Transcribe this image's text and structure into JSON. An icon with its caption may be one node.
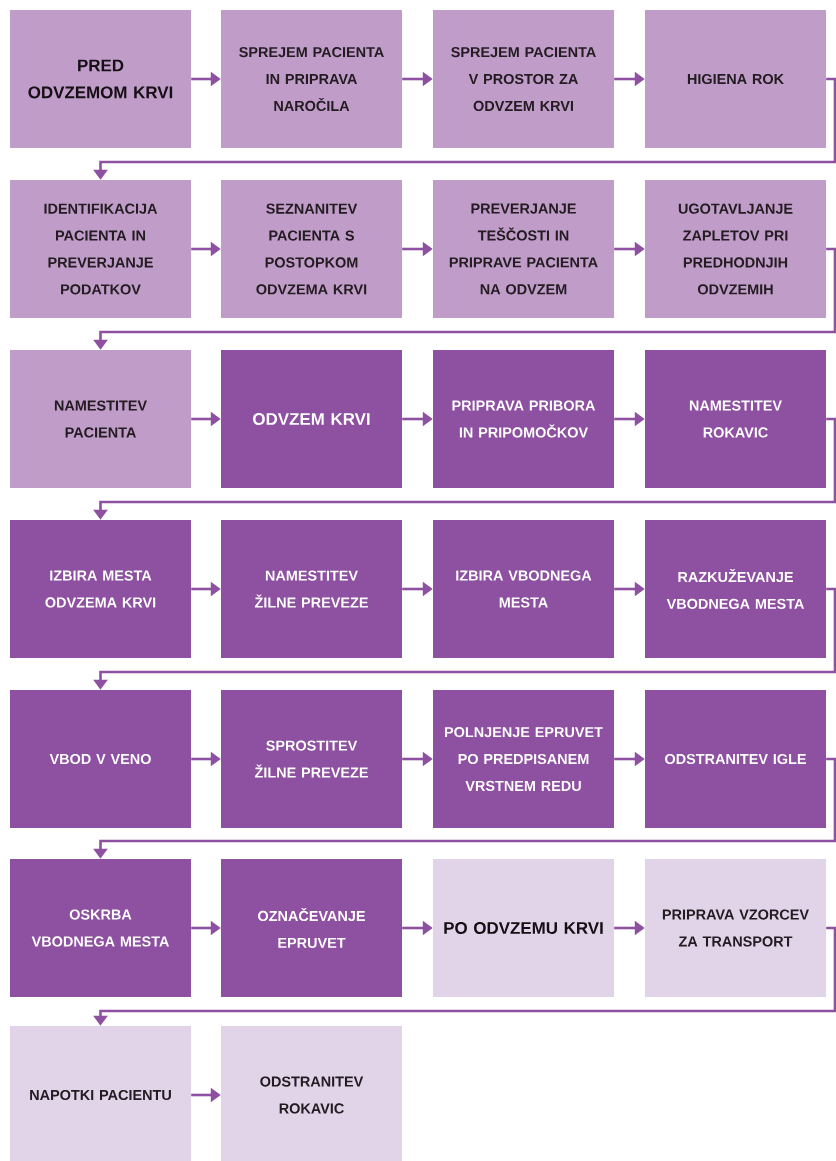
{
  "diagram": {
    "nodes": [
      {
        "text": [
          "PRED ODVZEMOM KRVI"
        ]
      },
      {
        "text": [
          "SPREJEM PACIENTA IN PRIPRAVA NAROČILA"
        ]
      },
      {
        "text": [
          "SPREJEM PACIENTA V PROSTOR ZA ODVZEM KRVI"
        ]
      },
      {
        "text": [
          "HIGIENA ROK"
        ]
      },
      {
        "text": [
          "IDENTIFIKACIJA PACIENTA IN PREVERJANJE PODATKOV"
        ]
      },
      {
        "text": [
          "SEZNANITEV PACIENTA S POSTOPKOM ODVZEMA KRVI"
        ]
      },
      {
        "text": [
          "PREVERJANJE TEŠČOSTI IN PRIPRAVE PACIENTA NA ODVZEM"
        ]
      },
      {
        "text": [
          "UGOTAVLJANJE ZAPLETOV PRI PREDHODNJIH ODVZEMIH"
        ]
      },
      {
        "text": [
          "NAMESTITEV PACIENTA"
        ]
      },
      {
        "text": [
          "ODVZEM KRVI"
        ]
      },
      {
        "text": [
          "PRIPRAVA PRIBORA IN PRIPOMOČKOV"
        ]
      },
      {
        "text": [
          "NAMESTITEV ROKAVIC"
        ]
      },
      {
        "text": [
          "IZBIRA MESTA ODVZEMA KRVI"
        ]
      },
      {
        "text": [
          "NAMESTITEV ŽILNE PREVEZE"
        ]
      },
      {
        "text": [
          "IZBIRA VBODNEGA MESTA"
        ]
      },
      {
        "text": [
          "RAZKUŽEVANJE VBODNEGA MESTA"
        ]
      },
      {
        "text": [
          "VBOD V VENO"
        ]
      },
      {
        "text": [
          "SPROSTITEV ŽILNE PREVEZE"
        ]
      },
      {
        "text": [
          "POLNJENJE EPRUVET PO PREDPISANEM VRSTNEM REDU"
        ]
      },
      {
        "text": [
          "ODSTRANITEV IGLE"
        ]
      },
      {
        "text": [
          "OSKRBA VBODNEGA MESTA"
        ]
      },
      {
        "text": [
          "OZNAČEVANJE EPRUVET"
        ]
      },
      {
        "text": [
          "PO ODVZEMU KRVI"
        ]
      },
      {
        "text": [
          "PRIPRAVA VZORCEV ZA TRANSPORT"
        ]
      },
      {
        "text": [
          "NAPOTKI PACIENTU"
        ]
      },
      {
        "text": [
          "ODSTRANITEV ROKAVIC"
        ]
      }
    ],
    "edges": [
      {
        "from": 0,
        "to": 1,
        "arrow": "to"
      },
      {
        "from": 1,
        "to": 2,
        "arrow": "to"
      },
      {
        "from": 2,
        "to": 3,
        "arrow": "to"
      },
      {
        "from": 3,
        "to": 4,
        "arrow": "to"
      },
      {
        "from": 4,
        "to": 5,
        "arrow": "to"
      },
      {
        "from": 5,
        "to": 6,
        "arrow": "to"
      },
      {
        "from": 6,
        "to": 7,
        "arrow": "to"
      },
      {
        "from": 7,
        "to": 8,
        "arrow": "to"
      },
      {
        "from": 8,
        "to": 9,
        "arrow": "to"
      },
      {
        "from": 9,
        "to": 10,
        "arrow": "to"
      },
      {
        "from": 10,
        "to": 11,
        "arrow": "to"
      },
      {
        "from": 11,
        "to": 12,
        "arrow": "to"
      },
      {
        "from": 12,
        "to": 13,
        "arrow": "to"
      },
      {
        "from": 13,
        "to": 14,
        "arrow": "to"
      },
      {
        "from": 14,
        "to": 15,
        "arrow": "to"
      },
      {
        "from": 15,
        "to": 16,
        "arrow": "to"
      },
      {
        "from": 16,
        "to": 17,
        "arrow": "to"
      },
      {
        "from": 17,
        "to": 18,
        "arrow": "to"
      },
      {
        "from": 18,
        "to": 19,
        "arrow": "to"
      },
      {
        "from": 19,
        "to": 20,
        "arrow": "to"
      },
      {
        "from": 20,
        "to": 21,
        "arrow": "to"
      },
      {
        "from": 21,
        "to": 22,
        "arrow": "to"
      },
      {
        "from": 22,
        "to": 23,
        "arrow": "to"
      },
      {
        "from": 23,
        "to": 24,
        "arrow": "to"
      },
      {
        "from": 24,
        "to": 25,
        "arrow": "to"
      }
    ]
  }
}
